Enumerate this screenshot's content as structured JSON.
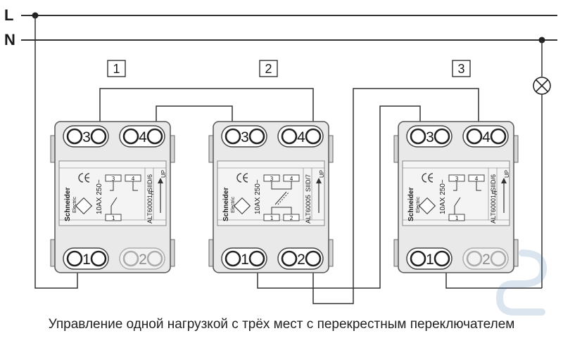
{
  "lines": {
    "phase_label": "L",
    "neutral_label": "N"
  },
  "switches": [
    {
      "number": "1",
      "brand": "Schneider",
      "brand_sub": "Electric",
      "rating": "10AX 250~",
      "model": "ALT60001д",
      "variant": "SIID/6",
      "up": "UP",
      "terminals": {
        "t3": "3",
        "t4": "4",
        "t1": "1",
        "t2": "2"
      },
      "internal": {
        "c3": "3",
        "c4": "4",
        "c1": "1"
      }
    },
    {
      "number": "2",
      "brand": "Schneider",
      "brand_sub": "Electric",
      "rating": "10AX 250~",
      "model": "ALT60005",
      "variant": "SIID/7",
      "up": "UP",
      "terminals": {
        "t3": "3",
        "t4": "4",
        "t1": "1",
        "t2": "2"
      },
      "internal": {
        "c3": "3",
        "c4": "4",
        "c1": "1",
        "c2": "2"
      }
    },
    {
      "number": "3",
      "brand": "Schneider",
      "brand_sub": "Electric",
      "rating": "10AX 250~",
      "model": "ALT60001д",
      "variant": "SIID/6",
      "up": "UP",
      "terminals": {
        "t3": "3",
        "t4": "4",
        "t1": "1",
        "t2": "2"
      },
      "internal": {
        "c3": "3",
        "c4": "4",
        "c1": "1"
      }
    }
  ],
  "caption": "Управление одной нагрузкой с трёх мест с перекрестным переключателем",
  "colors": {
    "wire": "#333333",
    "body": "#e9e9e9",
    "body_border": "#555555",
    "background": "#ffffff"
  }
}
